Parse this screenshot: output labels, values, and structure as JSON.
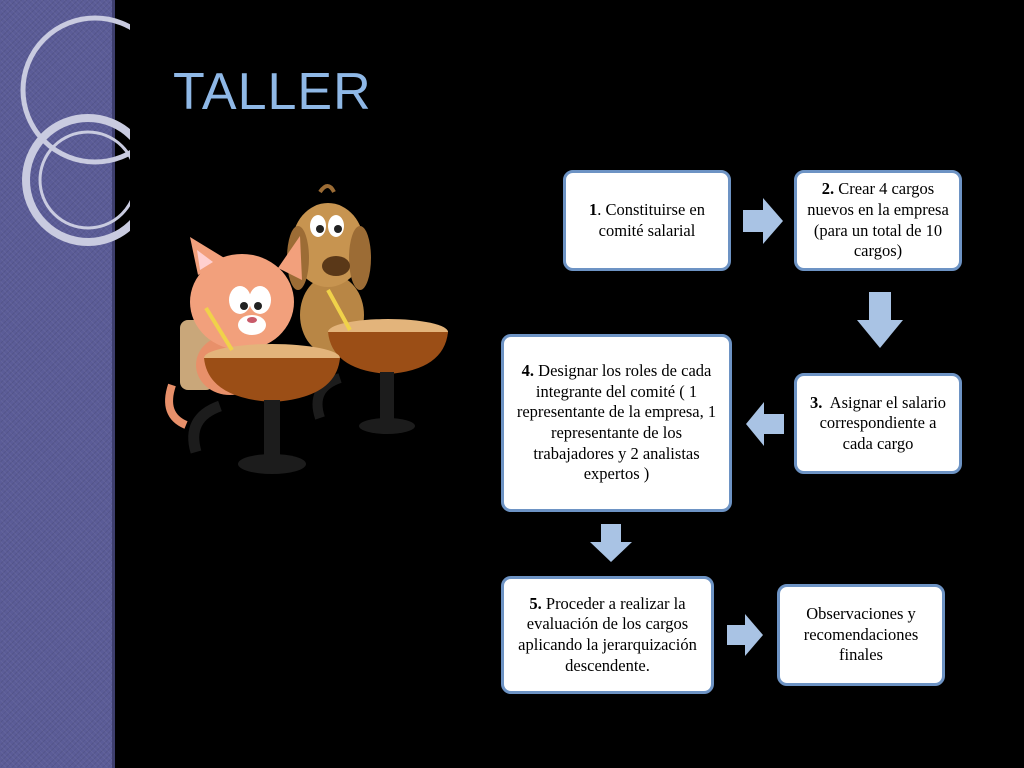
{
  "slide": {
    "title": "TALLER",
    "colors": {
      "background": "#000000",
      "sidebar": "#5b5c97",
      "title": "#8fb8e6",
      "box_border": "#6d93c4",
      "arrow": "#a9c3e4"
    },
    "illustration": "cartoon-cat-and-dog-at-school-desks"
  },
  "steps": [
    {
      "num": "1",
      "sep": ". ",
      "text": "Constituirse en comité salarial"
    },
    {
      "num": "2.",
      "sep": " ",
      "text": "Crear 4 cargos nuevos en la empresa (para un total de 10 cargos)"
    },
    {
      "num": "3.",
      "sep": "  ",
      "text": "Asignar el salario correspondiente a cada cargo"
    },
    {
      "num": "4.",
      "sep": " ",
      "text": "Designar los roles de cada integrante del comité ( 1 representante de la empresa, 1 representante de los trabajadores y 2 analistas expertos )"
    },
    {
      "num": "5.",
      "sep": " ",
      "text": "Proceder a realizar la evaluación de los cargos aplicando la jerarquización descendente."
    },
    {
      "num": "",
      "sep": "",
      "text": "Observaciones y recomendaciones finales"
    }
  ],
  "arrows": [
    "right-arrow",
    "down-arrow",
    "left-arrow",
    "down-arrow",
    "right-arrow"
  ]
}
